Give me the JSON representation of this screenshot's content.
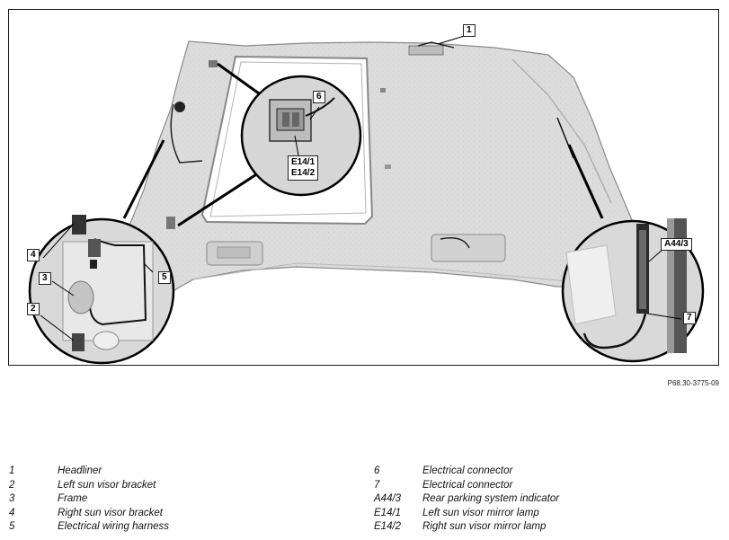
{
  "figure": {
    "code": "P68.30-3775-09",
    "callouts": {
      "c1": "1",
      "c2": "2",
      "c3": "3",
      "c4": "4",
      "c5": "5",
      "c6": "6",
      "c7": "7",
      "e14_1": "E14/1",
      "e14_2": "E14/2",
      "a44_3": "A44/3"
    }
  },
  "legend": {
    "left": [
      {
        "num": "1",
        "text": "Headliner"
      },
      {
        "num": "2",
        "text": "Left sun visor bracket"
      },
      {
        "num": "3",
        "text": "Frame"
      },
      {
        "num": "4",
        "text": "Right sun visor bracket"
      },
      {
        "num": "5",
        "text": "Electrical wiring harness"
      }
    ],
    "right": [
      {
        "num": "6",
        "text": "Electrical connector"
      },
      {
        "num": "7",
        "text": "Electrical connector"
      },
      {
        "num": "A44/3",
        "text": "Rear parking system indicator"
      },
      {
        "num": "E14/1",
        "text": "Left sun visor mirror lamp"
      },
      {
        "num": "E14/2",
        "text": "Right sun visor mirror lamp"
      }
    ]
  }
}
